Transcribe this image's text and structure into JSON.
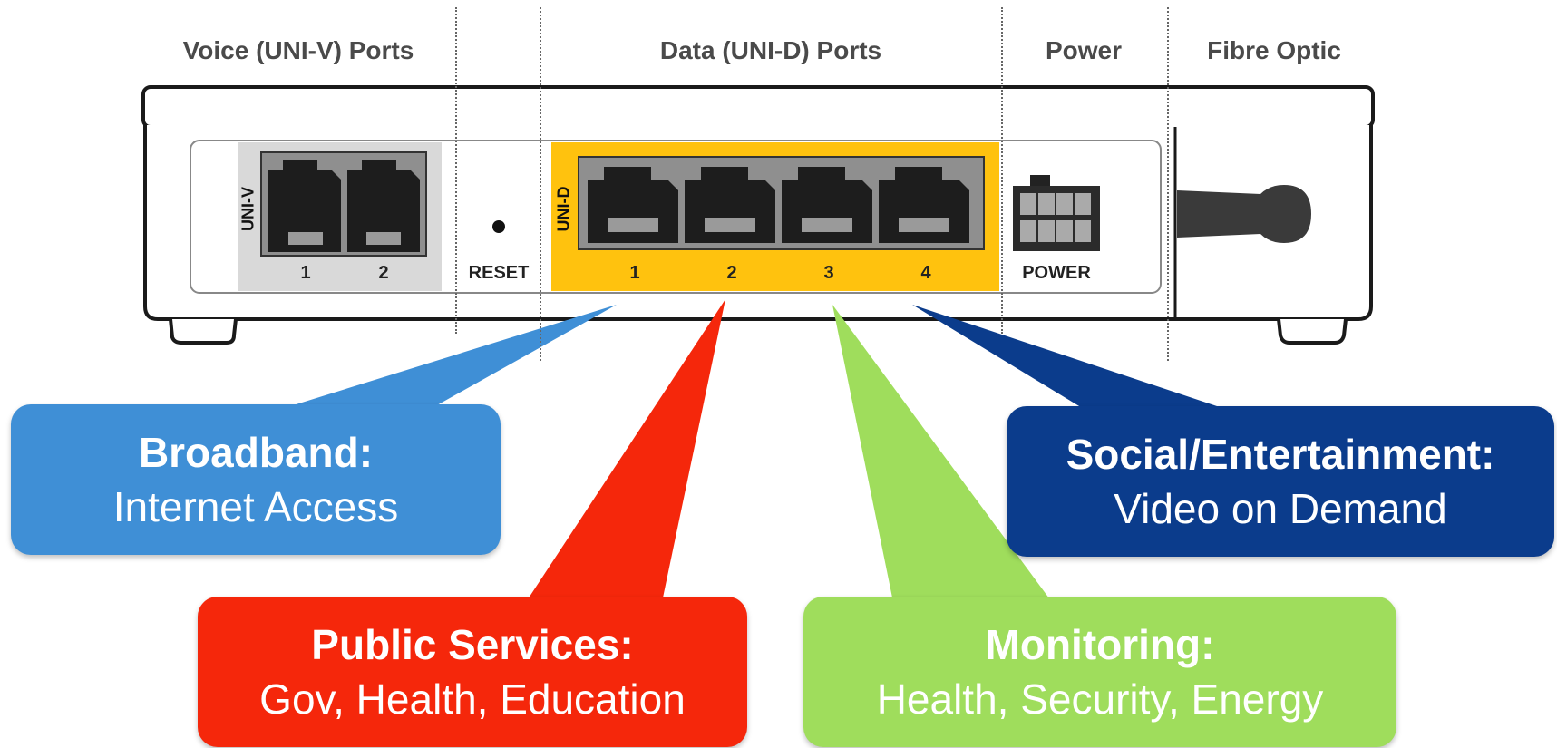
{
  "sections": {
    "voice": "Voice (UNI-V) Ports",
    "data": "Data (UNI-D) Ports",
    "power": "Power",
    "fibre": "Fibre Optic"
  },
  "device": {
    "uni_v_label": "UNI-V",
    "uni_d_label": "UNI-D",
    "reset_label": "RESET",
    "power_label": "POWER",
    "voice_ports": [
      "1",
      "2"
    ],
    "data_ports": [
      "1",
      "2",
      "3",
      "4"
    ]
  },
  "callouts": [
    {
      "title": "Broadband:",
      "subtitle": "Internet Access",
      "color": "#3f8fd6"
    },
    {
      "title": "Public Services:",
      "subtitle": "Gov, Health, Education",
      "color": "#f5270b"
    },
    {
      "title": "Monitoring:",
      "subtitle": "Health, Security, Energy",
      "color": "#9fdd5c"
    },
    {
      "title": "Social/Entertainment:",
      "subtitle": "Video on Demand",
      "color": "#0b3c8c"
    }
  ],
  "colors": {
    "uni_d_highlight": "#ffc20e",
    "port_panel": "#d9d9d9",
    "device_outline": "#1a1a1a"
  }
}
